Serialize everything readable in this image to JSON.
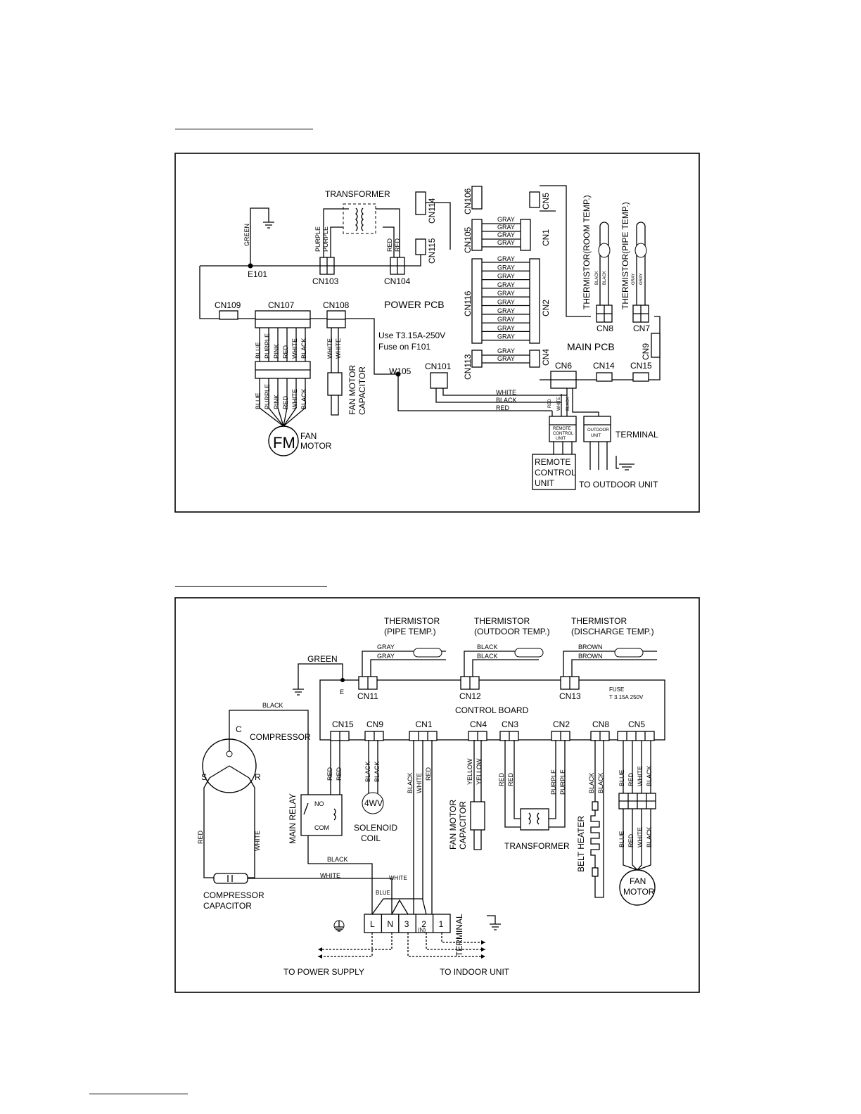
{
  "indoor": {
    "transformer": "TRANSFORMER",
    "power_pcb": "POWER PCB",
    "main_pcb": "MAIN PCB",
    "fuse_note": [
      "Use T3.15A-250V",
      "Fuse on F101"
    ],
    "connectors": [
      "CN114",
      "CN106",
      "CN5",
      "CN1",
      "CN105",
      "CN115",
      "CN103",
      "CN104",
      "CN116",
      "CN2",
      "CN113",
      "CN4",
      "CN109",
      "CN107",
      "CN108",
      "CN101",
      "CN6",
      "CN14",
      "CN15",
      "CN8",
      "CN7",
      "CN9"
    ],
    "e101": "E101",
    "w105": "W105",
    "thermistor_room": "THERMISTOR(ROOM TEMP.)",
    "thermistor_pipe": "THERMISTOR(PIPE TEMP.)",
    "fan_motor_capacitor": [
      "FAN MOTOR",
      "CAPACITOR"
    ],
    "fm": "FM",
    "fan_motor": [
      "FAN",
      "MOTOR"
    ],
    "terminal": "TERMINAL",
    "remote_control_unit_tag": [
      "REMOTE",
      "CONTROL",
      "UNIT"
    ],
    "outdoor_unit_tag": [
      "OUTDOOR",
      "UNIT"
    ],
    "remote_control_unit_box": [
      "REMOTE",
      "CONTROL",
      "UNIT"
    ],
    "to_outdoor": "TO OUTDOOR UNIT",
    "wire_colors": {
      "green": "GREEN",
      "purple": "PURPLE",
      "red": "RED",
      "gray": "GRAY",
      "black": "BLACK",
      "white": "WHITE",
      "blue": "BLUE",
      "pink": "PINK"
    }
  },
  "outdoor": {
    "thermistor_pipe": [
      "THERMISTOR",
      "(PIPE TEMP.)"
    ],
    "thermistor_outdoor": [
      "THERMISTOR",
      "(OUTDOOR TEMP.)"
    ],
    "thermistor_discharge": [
      "THERMISTOR",
      "(DISCHARGE TEMP.)"
    ],
    "green": "GREEN",
    "e": "E",
    "connectors": [
      "CN11",
      "CN12",
      "CN13",
      "CN15",
      "CN9",
      "CN1",
      "CN4",
      "CN3",
      "CN2",
      "CN8",
      "CN5"
    ],
    "fuse": [
      "FUSE",
      "T 3.15A 250V"
    ],
    "control_board": "CONTROL BOARD",
    "compressor": "COMPRESSOR",
    "c": "C",
    "s": "S",
    "r": "R",
    "main_relay": "MAIN RELAY",
    "no": "NO",
    "com": "COM",
    "four_wv": "4WV",
    "solenoid_coil": [
      "SOLENOID",
      "COIL"
    ],
    "fan_motor_capacitor": [
      "FAN MOTOR",
      "CAPACITOR"
    ],
    "transformer": "TRANSFORMER",
    "belt_heater": "BELT HEATER",
    "fan_motor": [
      "FAN",
      "MOTOR"
    ],
    "compressor_capacitor": [
      "COMPRESSOR",
      "CAPACITOR"
    ],
    "terminal": "TERMINAL",
    "terminal_pins": [
      "L",
      "N",
      "3",
      "2",
      "(N)",
      "1"
    ],
    "to_power_supply": "TO POWER SUPPLY",
    "to_indoor_unit": "TO INDOOR UNIT",
    "wire_colors": {
      "gray": "GRAY",
      "black": "BLACK",
      "brown": "BROWN",
      "red": "RED",
      "white": "WHITE",
      "yellow": "YELLOW",
      "purple": "PURPLE",
      "blue": "BLUE"
    }
  },
  "page_number": ""
}
